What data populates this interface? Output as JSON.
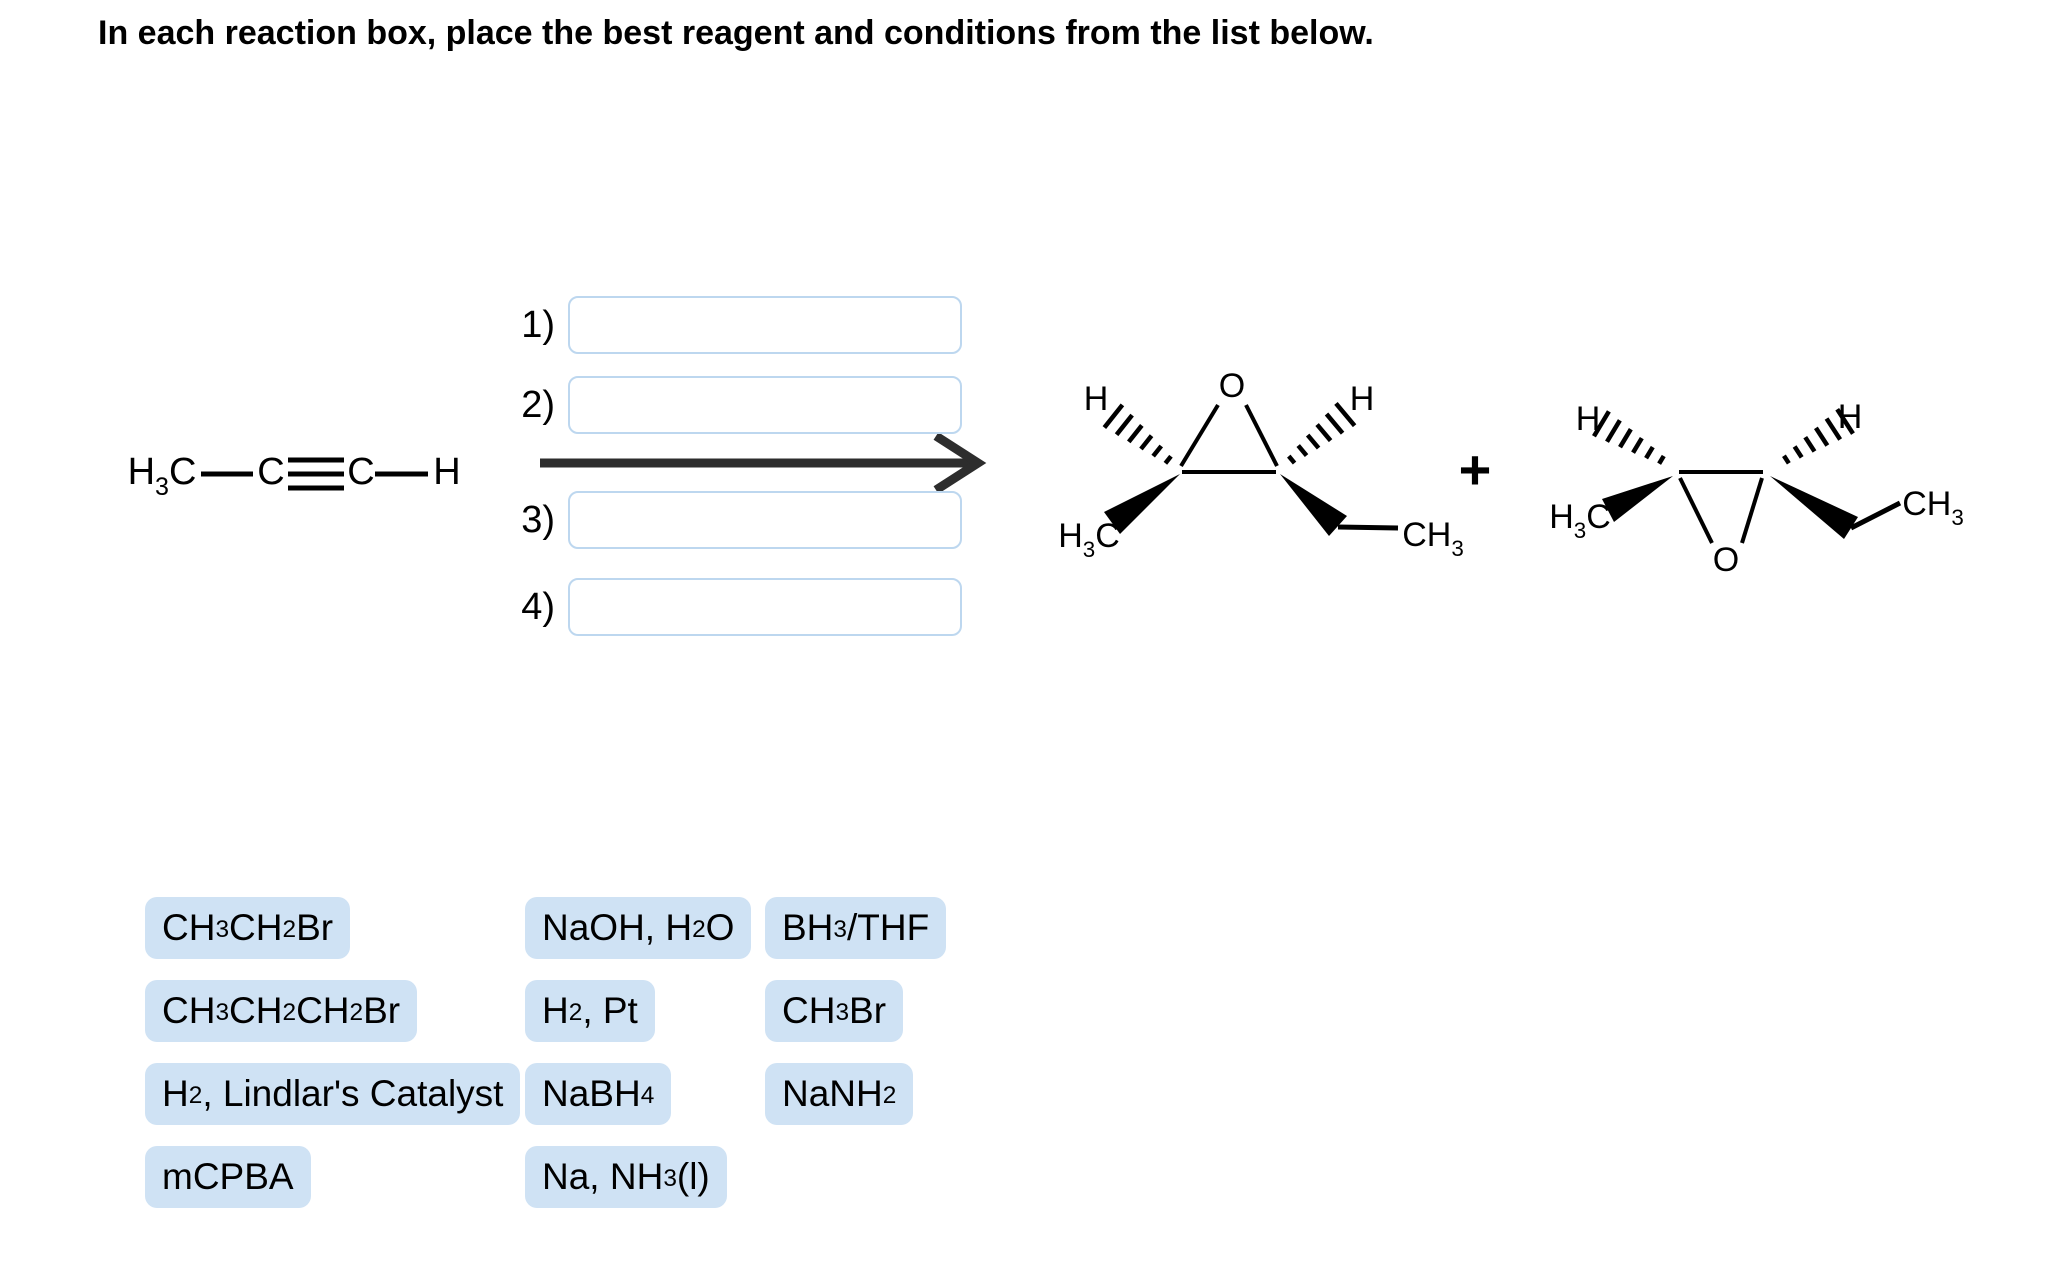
{
  "title": "In each reaction box, place the best reagent and conditions from the list below.",
  "reaction": {
    "reactant": {
      "left_group": "H<sub>3</sub>C",
      "c1": "C",
      "c2": "C",
      "right_h": "H"
    },
    "steps": [
      {
        "label": "1)",
        "value": ""
      },
      {
        "label": "2)",
        "value": ""
      },
      {
        "label": "3)",
        "value": ""
      },
      {
        "label": "4)",
        "value": ""
      }
    ],
    "plus": "+",
    "product1": {
      "oxygen": "O",
      "h_left": "H",
      "h_right": "H",
      "methyl_left": "H<sub>3</sub>C",
      "methyl_right": "CH<sub>3</sub>"
    },
    "product2": {
      "oxygen": "O",
      "h_left": "H",
      "h_right": "H",
      "methyl_left": "H<sub>3</sub>C",
      "methyl_right": "CH<sub>3</sub>"
    }
  },
  "reagents": {
    "col1": [
      "CH<sub>3</sub>CH<sub>2</sub>Br",
      "CH<sub>3</sub>CH<sub>2</sub>CH<sub>2</sub>Br",
      "H<sub>2</sub>, Lindlar's Catalyst",
      "mCPBA"
    ],
    "col2": [
      "NaOH, H<sub>2</sub>O",
      "H<sub>2</sub>, Pt",
      "NaBH<sub>4</sub>",
      "Na, NH<sub>3</sub> (l)"
    ],
    "col3": [
      "BH<sub>3</sub>/THF",
      "CH<sub>3</sub>Br",
      "NaNH<sub>2</sub>"
    ]
  }
}
